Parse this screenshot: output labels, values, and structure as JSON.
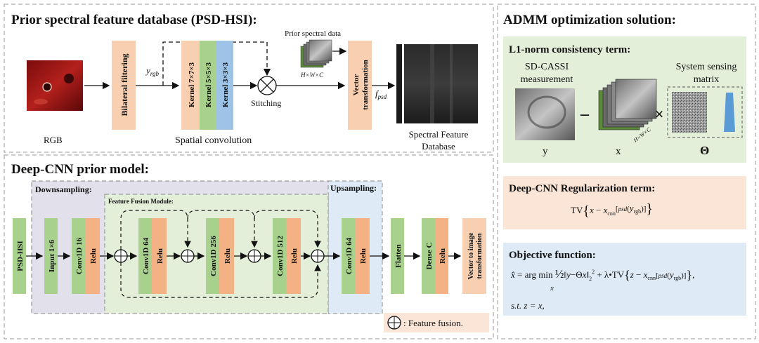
{
  "psd": {
    "title": "Prior spectral feature database (PSD-HSI):",
    "rgb_label": "RGB",
    "bilateral": "Bilateral filtering",
    "y_sym": "y",
    "y_sub": "rgb",
    "kernels": [
      "Kernel 7×7×3",
      "Kernel 5×5×3",
      "Kernel 3×3×3"
    ],
    "spatial_conv": "Spatial convolution",
    "stitching": "Stitching",
    "prior_data": "Prior spectral data",
    "hwc": "H×W×C",
    "vector_transform": [
      "Vector",
      "transformation"
    ],
    "f_sym": "f",
    "f_sub": "psd",
    "db_label": [
      "Spectral Feature",
      "Database"
    ]
  },
  "cnn": {
    "title": "Deep-CNN prior model:",
    "downsampling": "Downsampling:",
    "upsampling": "Upsampling:",
    "ffm": "Feature Fusion Module:",
    "blocks": {
      "psd_hsi": "PSD-HSI",
      "input": "Input 1×6",
      "conv16": "Conv1D 16",
      "conv64a": "Conv1D 64",
      "conv256": "Conv1D 256",
      "conv512": "Conv1D 512",
      "conv64b": "Conv1D 64",
      "relu": "Relu",
      "flatten": "Flatten",
      "dense": "Dense C",
      "v2i": [
        "Vector to image",
        "transformation"
      ]
    },
    "legend": ": Feature fusion."
  },
  "admm": {
    "title": "ADMM optimization solution:",
    "l1_title": "L1-norm consistency term:",
    "sd_cassi": [
      "SD-CASSI",
      "measurement"
    ],
    "system_matrix": [
      "System sensing",
      "matrix"
    ],
    "hwc": "H×W×C",
    "y": "y",
    "x": "x",
    "theta": "Θ",
    "reg_title": "Deep-CNN Regularization term:",
    "reg_formula": "TV{x − x_cnn[psd(y_rgb)]}",
    "obj_title": "Objective function:",
    "obj_formula": "x̂ = arg min_x ½‖y−Θx‖₂² + λ•TV{z − x_cnn[psd(y_rgb)]},",
    "st": "s.t. z = x,"
  },
  "colors": {
    "orange": "#f8cfb0",
    "green": "#a9d18e",
    "blue": "#9dc3e6",
    "grayPanel": "#e2e0ea",
    "greenPanel": "#e3efd9",
    "bluePanel": "#deebf7",
    "orangePanel": "#fbe5d6",
    "relu": "#f4b183"
  }
}
